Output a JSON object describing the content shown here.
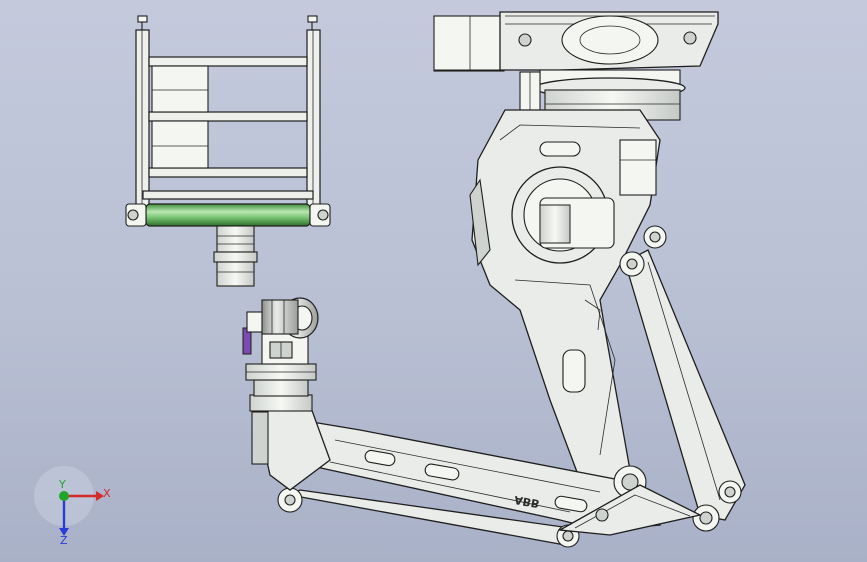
{
  "model": {
    "brand_marking": "ABB"
  },
  "triad": {
    "x_label": "X",
    "y_label": "Y",
    "z_label": "Z",
    "colors": {
      "x": "#d42a2a",
      "y": "#1fa52a",
      "z": "#2a3cd4"
    }
  }
}
